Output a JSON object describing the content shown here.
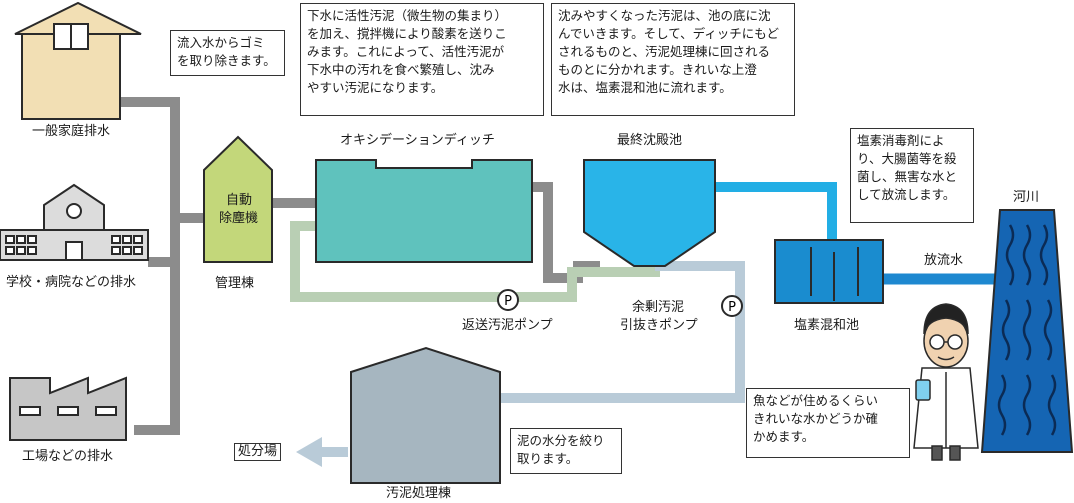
{
  "sources": {
    "household": "一般家庭排水",
    "school_hospital": "学校・病院などの排水",
    "factory": "工場などの排水"
  },
  "facilities": {
    "screen_building": "管理棟",
    "screen_machine_line1": "自動",
    "screen_machine_line2": "除塵機",
    "oxidation_ditch": "オキシデーションディッチ",
    "final_sedimentation": "最終沈殿池",
    "chlorine_tank": "塩素混和池",
    "sludge_building": "汚泥処理棟",
    "river": "河川",
    "disposal_site": "処分場"
  },
  "pumps": {
    "pump_symbol": "P",
    "return_pump": "返送汚泥ポンプ",
    "excess_pump_line1": "余剰汚泥",
    "excess_pump_line2": "引抜きポンプ"
  },
  "flows": {
    "discharge": "放流水"
  },
  "notes": {
    "screen": [
      "流入水からゴミ",
      "を取り除きます。"
    ],
    "ditch": [
      "下水に活性汚泥（微生物の集まり）",
      "を加え、撹拌機により酸素を送りこ",
      "みます。これによって、活性汚泥が",
      "下水中の汚れを食べ繁殖し、沈み",
      "やすい汚泥になります。"
    ],
    "sedimentation": [
      "沈みやすくなった汚泥は、池の底に沈",
      "んでいきます。そして、ディッチにもど",
      "されるものと、汚泥処理棟に回される",
      "ものとに分かれます。きれいな上澄",
      "水は、塩素混和池に流れます。"
    ],
    "chlorine": [
      "塩素消毒剤によ",
      "り、大腸菌等を殺",
      "菌し、無害な水と",
      "して放流します。"
    ],
    "sludge": [
      "泥の水分を絞り",
      "取ります。"
    ],
    "fish": [
      "魚などが住めるくらい",
      "きれいな水かどうか確",
      "かめます。"
    ]
  },
  "colors": {
    "drain_pipe": "#8c8c8c",
    "return_pipe": "#b9cfb4",
    "clean_water": "#22aee5",
    "sludge_pipe": "#b9cbd8",
    "ditch_fill": "#5fc2bd",
    "tank_fill": "#29b4e8",
    "chlorine_fill": "#1a8ccf",
    "river_fill": "#1565b3",
    "house_fill": "#f2dfb4",
    "screen_fill": "#c3d77a",
    "sludge_fill": "#a6b6c0"
  }
}
